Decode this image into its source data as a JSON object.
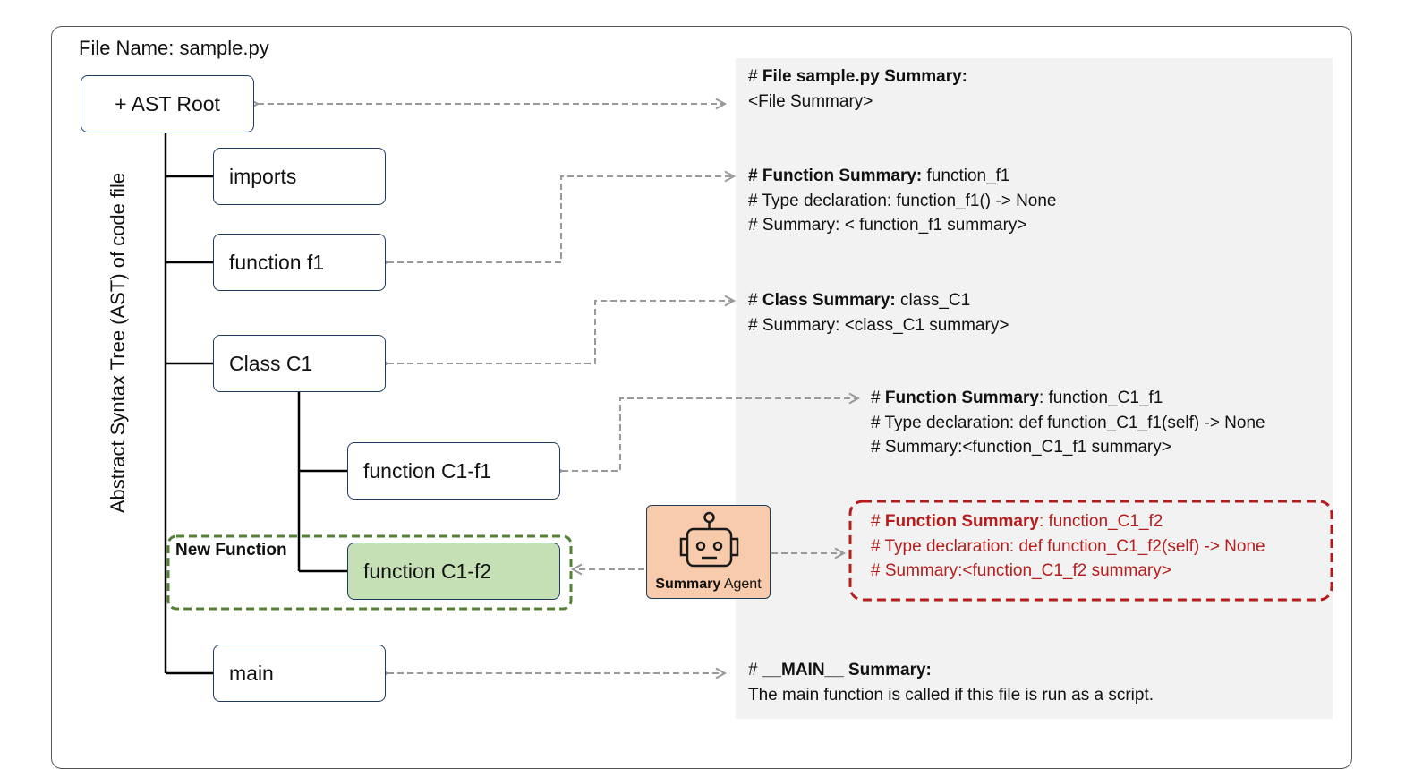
{
  "diagram": {
    "file_name_label": "File Name: sample.py",
    "vertical_label": "Abstract Syntax Tree (AST) of code file",
    "new_function_label": "New Function",
    "nodes": {
      "root": "+ AST Root",
      "imports": "imports",
      "function_f1": "function f1",
      "class_c1": "Class C1",
      "function_c1_f1": "function C1-f1",
      "function_c1_f2": "function C1-f2",
      "main": "main"
    },
    "agent": {
      "name_bold": "Summary",
      "name_rest": " Agent",
      "icon": "robot-icon"
    },
    "summaries": {
      "file": {
        "l1_prefix": "# ",
        "l1_bold": "File sample.py Summary:",
        "l1_rest": "",
        "l2": "<File Summary>"
      },
      "function_f1": {
        "l1_prefix": "",
        "l1_bold": "# Function Summary:",
        "l1_rest": " function_f1",
        "l2": "# Type declaration: function_f1() -> None",
        "l3": "# Summary: < function_f1 summary>"
      },
      "class_c1": {
        "l1_prefix": "# ",
        "l1_bold": "Class Summary:",
        "l1_rest": " class_C1",
        "l2": "# Summary: <class_C1 summary>"
      },
      "function_c1_f1": {
        "l1_prefix": "# ",
        "l1_bold": "Function Summary",
        "l1_rest": ": function_C1_f1",
        "l2": "# Type declaration: def function_C1_f1(self) -> None",
        "l3": "# Summary:<function_C1_f1 summary>"
      },
      "function_c1_f2": {
        "l1_prefix": "# ",
        "l1_bold": "Function Summary",
        "l1_rest": ": function_C1_f2",
        "l2": "# Type declaration: def function_C1_f2(self) -> None",
        "l3": "# Summary:<function_C1_f2 summary>"
      },
      "main": {
        "l1_prefix": "# ",
        "l1_bold": "__MAIN__ Summary:",
        "l1_rest": "",
        "l2": "The main function is called if this file is run as a script."
      }
    },
    "colors": {
      "node_border": "#1f3a5f",
      "new_node_fill": "#c5e0b4",
      "new_group_border": "#548235",
      "agent_fill": "#f8cbad",
      "highlight_border": "#b71c1c",
      "highlight_text": "#b71c1c",
      "summary_panel": "#f2f2f2",
      "connector": "#999999"
    }
  }
}
